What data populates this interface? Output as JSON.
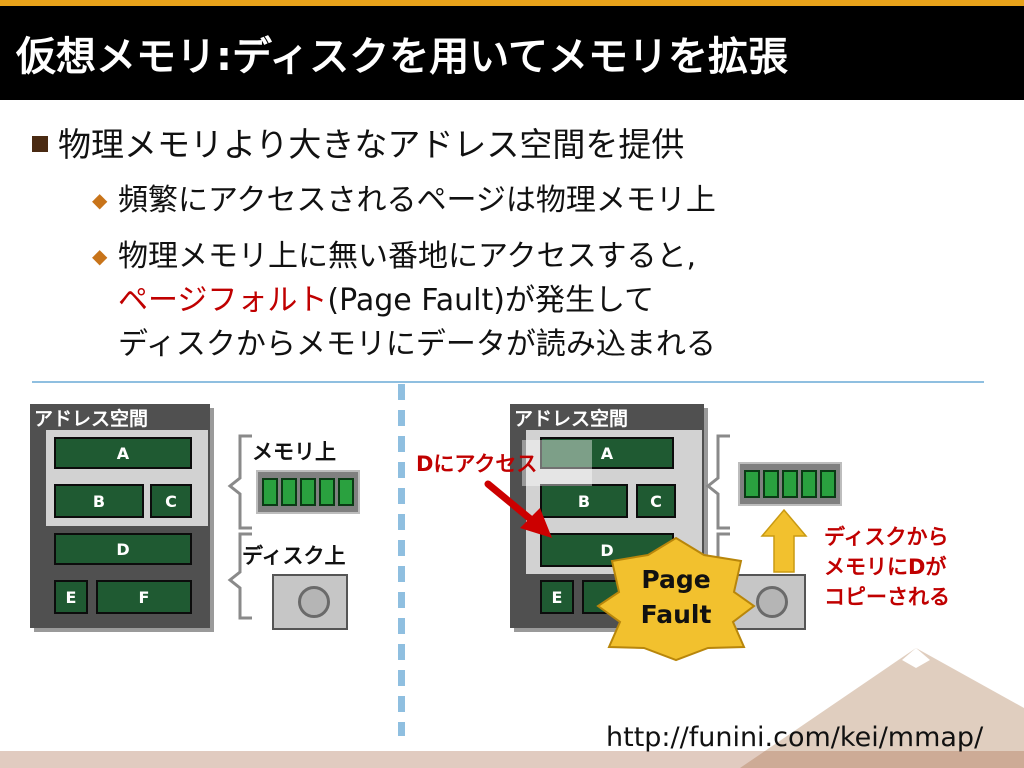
{
  "title": "仮想メモリ:ディスクを用いてメモリを拡張",
  "bullet_main": "物理メモリより大きなアドレス空間を提供",
  "sub_bullets": {
    "first": "頻繁にアクセスされるページは物理メモリ上",
    "second_line1": "物理メモリ上に無い番地にアクセスすると,",
    "second_line2_red": "ページフォルト",
    "second_line2_rest": "(Page Fault)が発生して",
    "second_line3": "ディスクからメモリにデータが読み込まれる"
  },
  "left_diagram": {
    "address_space_label": "アドレス空間",
    "pages": [
      "A",
      "B",
      "C",
      "D",
      "E",
      "F"
    ],
    "memory_label": "メモリ上",
    "disk_label": "ディスク上"
  },
  "right_diagram": {
    "address_space_label": "アドレス空間",
    "pages": [
      "A",
      "B",
      "C",
      "D",
      "E"
    ],
    "access_label": "Dにアクセス",
    "fault_line1": "Page",
    "fault_line2": "Fault",
    "copy_line1": "ディスクから",
    "copy_line2": "メモリにDが",
    "copy_line3": "コピーされる"
  },
  "footer_url": "http://funini.com/kei/mmap/",
  "colors": {
    "accent_bar": "#e8a21a",
    "page_green": "#1f5a32",
    "highlight_red": "#c00000",
    "burst_yellow": "#f2c12e",
    "divider_blue": "#8fbfe0"
  }
}
